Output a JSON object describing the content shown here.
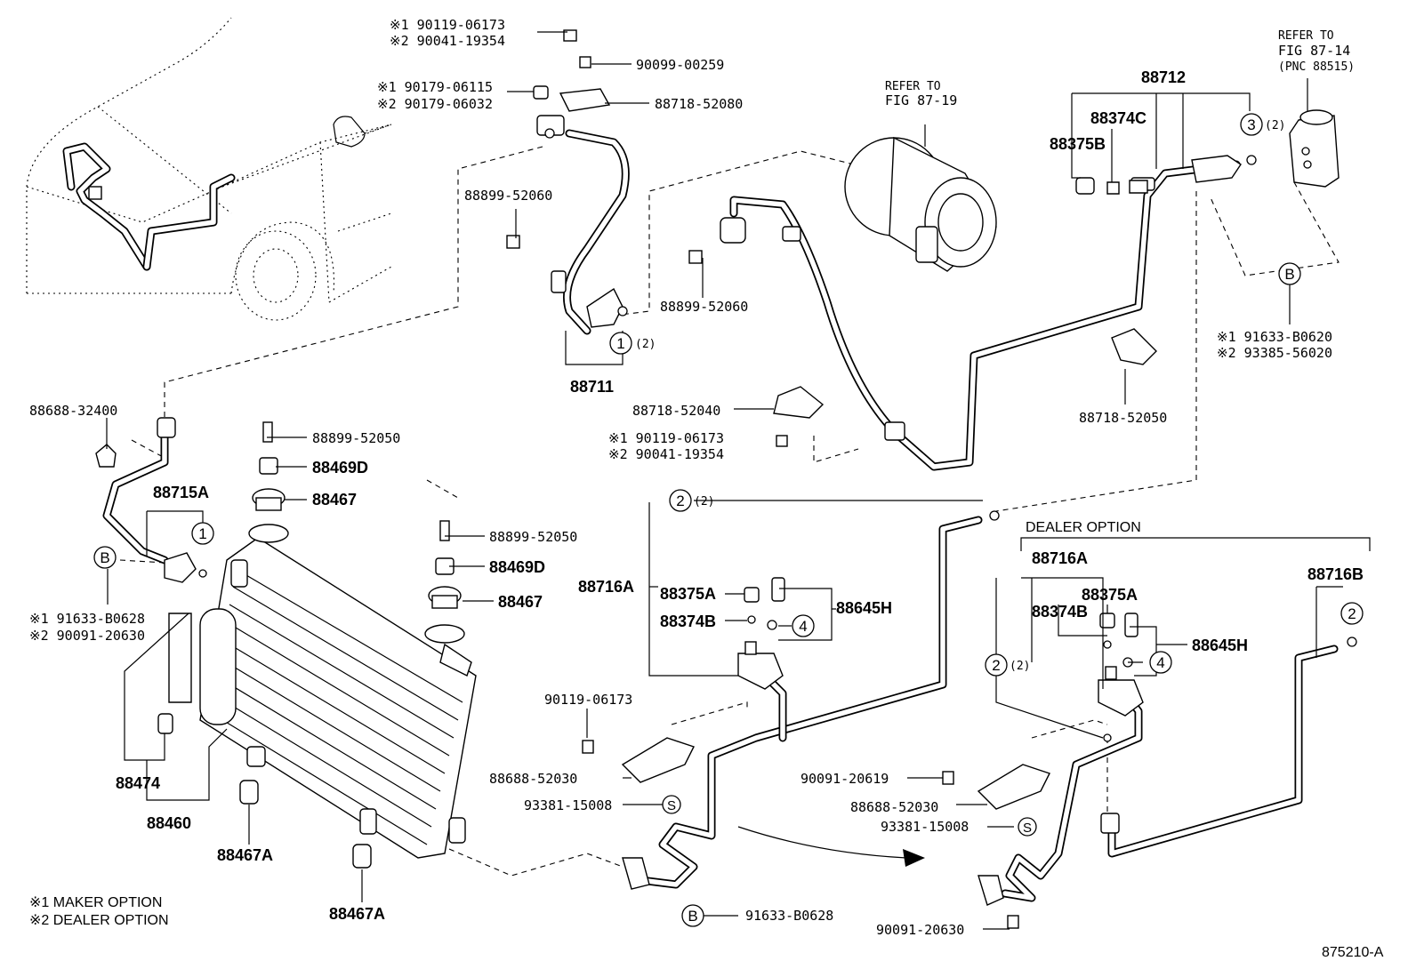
{
  "labels": {
    "p_90119_06173_a": "※1 90119-06173",
    "p_90041_19354_a": "※2 90041-19354",
    "p_90099_00259": "90099-00259",
    "p_90179_06115": "※1 90179-06115",
    "p_90179_06032": "※2 90179-06032",
    "p_88718_52080": "88718-52080",
    "p_88899_52060_a": "88899-52060",
    "p_88899_52060_b": "88899-52060",
    "p_88711": "88711",
    "p_88718_52040": "88718-52040",
    "p_90119_06173_b": "※1 90119-06173",
    "p_90041_19354_b": "※2 90041-19354",
    "ref_87_19_a": "REFER TO",
    "ref_87_19_b": "FIG 87-19",
    "ref_87_14_a": "REFER TO",
    "ref_87_14_b": "FIG 87-14",
    "ref_87_14_c": "(PNC 88515)",
    "p_88712": "88712",
    "p_88374C": "88374C",
    "p_88375B": "88375B",
    "p_88718_52050": "88718-52050",
    "p_91633_B0620": "※1 91633-B0620",
    "p_93385_56020": "※2 93385-56020",
    "p_88688_32400": "88688-32400",
    "p_88715A": "88715A",
    "p_91633_B0628_a": "※1 91633-B0628",
    "p_90091_20630_a": "※2 90091-20630",
    "p_88899_52050_a": "88899-52050",
    "p_88469D_a": "88469D",
    "p_88467_a": "88467",
    "p_88899_52050_b": "88899-52050",
    "p_88469D_b": "88469D",
    "p_88467_b": "88467",
    "p_88474": "88474",
    "p_88460": "88460",
    "p_88467A_a": "88467A",
    "p_88467A_b": "88467A",
    "p_88716A_a": "88716A",
    "p_88375A_a": "88375A",
    "p_88374B_a": "88374B",
    "p_88645H_a": "88645H",
    "p_90119_06173_c": "90119-06173",
    "p_88688_52030_a": "88688-52030",
    "p_93381_15008_a": "93381-15008",
    "p_91633_B0628_b": "91633-B0628",
    "dealer_option": "DEALER OPTION",
    "p_88716A_b": "88716A",
    "p_88375A_b": "88375A",
    "p_88374B_b": "88374B",
    "p_88645H_b": "88645H",
    "p_88716B": "88716B",
    "p_90091_20619": "90091-20619",
    "p_88688_52030_b": "88688-52030",
    "p_93381_15008_b": "93381-15008",
    "p_90091_20630_b": "90091-20630",
    "note1": "※1 MAKER OPTION",
    "note2": "※2 DEALER OPTION",
    "fig_no": "875210-A",
    "qty_2": "(2)"
  },
  "callouts": {
    "c1": "1",
    "c2": "2",
    "c3": "3",
    "c4": "4",
    "cB": "B",
    "cS": "S"
  }
}
